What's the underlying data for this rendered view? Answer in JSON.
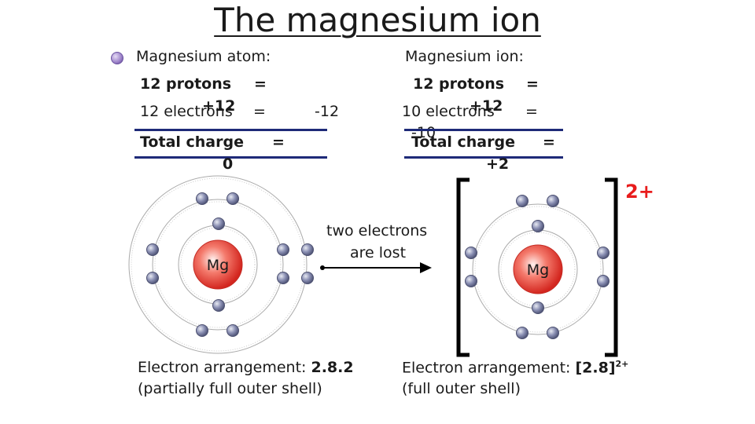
{
  "title": "The magnesium ion",
  "atom": {
    "heading": "Magnesium atom:",
    "line1_label": "12 protons",
    "line1_eq": "=",
    "line1_value": "+12",
    "line2_label": "12 electrons",
    "line2_eq": "=",
    "line2_value": "-12",
    "total_label": "Total charge",
    "total_eq": "=",
    "total_value": "0",
    "nucleus": "Mg",
    "arrangement_prefix": "Electron arrangement:",
    "arrangement_value": "2.8.2",
    "note": "(partially full outer shell)"
  },
  "ion": {
    "heading": "Magnesium ion:",
    "line1_label": "12 protons",
    "line1_eq": "=",
    "line1_value": "+12",
    "line2_label": "10 electrons",
    "line2_eq": "=",
    "line2_value": "-10",
    "total_label": "Total charge",
    "total_eq": "=",
    "total_value": "+2",
    "nucleus": "Mg",
    "charge": "2+",
    "arrangement_prefix": "Electron arrangement:",
    "arrangement_value": "[2.8]",
    "arrangement_sup": "2+",
    "note": "(full outer shell)"
  },
  "arrow_caption": {
    "line1": "two electrons",
    "line2": "are lost"
  },
  "colors": {
    "rule": "#1e2a78",
    "nucleus": "#e5302a",
    "electron": "#7f83a6",
    "charge": "#e81c1c"
  }
}
